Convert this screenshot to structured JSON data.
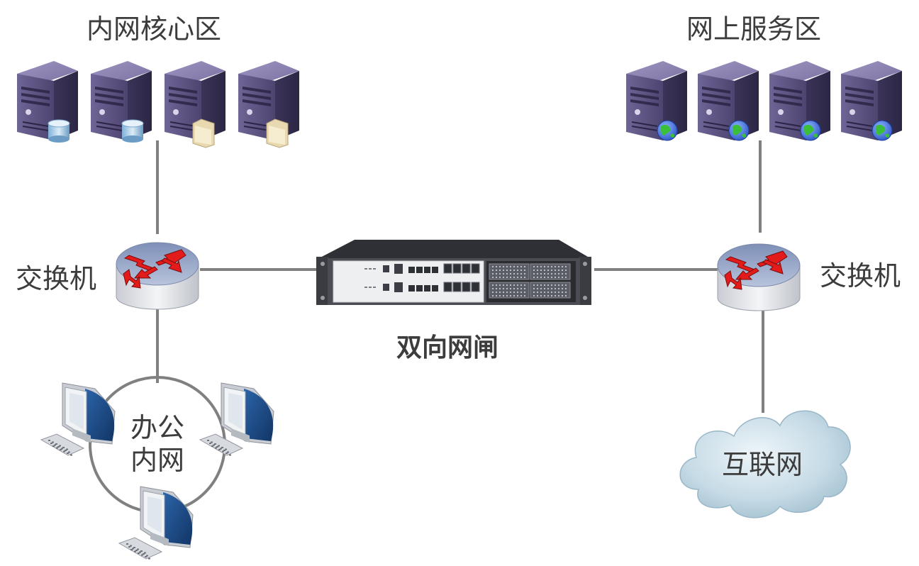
{
  "zones": {
    "internal_core": {
      "label": "内网核心区"
    },
    "online_service": {
      "label": "网上服务区"
    }
  },
  "switches": {
    "left": {
      "label": "交换机"
    },
    "right": {
      "label": "交换机"
    }
  },
  "gateway": {
    "label": "双向网闸"
  },
  "office_lan": {
    "label_line1": "办公",
    "label_line2": "内网"
  },
  "internet": {
    "label": "互联网"
  },
  "icons": {
    "internal_servers": [
      "database-server-icon",
      "database-server-icon",
      "file-server-icon",
      "file-server-icon"
    ],
    "online_servers": [
      "web-server-icon",
      "web-server-icon",
      "web-server-icon",
      "web-server-icon"
    ]
  },
  "colors": {
    "server_body": "#5a4f7e",
    "server_dark": "#3a3358",
    "link_line": "#808080",
    "arrow_red": "#e41b1b",
    "switch_top": "#8f9fbf",
    "cloud": "#b9d3e0",
    "monitor_screen": "#1f4e8c"
  }
}
